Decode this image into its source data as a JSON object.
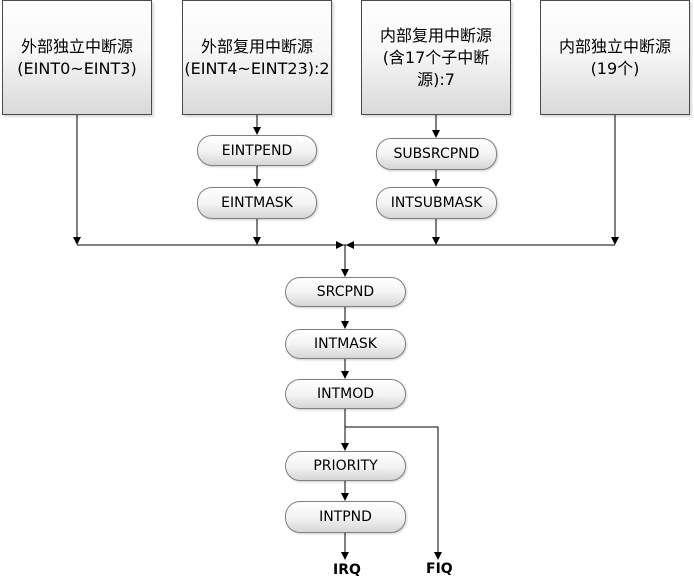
{
  "sources": [
    {
      "line1": "外部独立中断源",
      "line2": "(EINT0~EINT3)",
      "line3": ""
    },
    {
      "line1": "外部复用中断源",
      "line2": "(EINT4~EINT23):2",
      "line3": ""
    },
    {
      "line1": "内部复用中断源",
      "line2": "(含17个子中断",
      "line3": "源):7"
    },
    {
      "line1": "内部独立中断源",
      "line2": "(19个)",
      "line3": ""
    }
  ],
  "registers": {
    "eintpend": "EINTPEND",
    "eintmask": "EINTMASK",
    "subsrcpnd": "SUBSRCPND",
    "intsubmask": "INTSUBMASK",
    "srcpnd": "SRCPND",
    "intmask": "INTMASK",
    "intmod": "INTMOD",
    "priority": "PRIORITY",
    "intpnd": "INTPND"
  },
  "outputs": {
    "irq": "IRQ",
    "fiq": "FIQ"
  }
}
